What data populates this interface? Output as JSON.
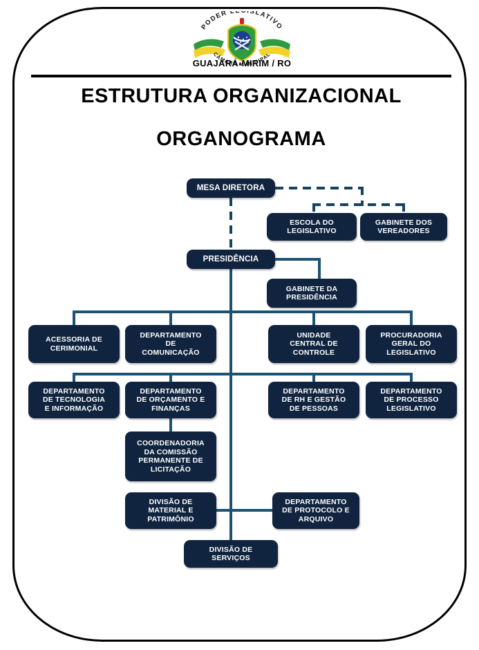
{
  "document": {
    "title_line1": "ESTRUTURA ORGANIZACIONAL",
    "title_line2": "ORGANOGRAMA"
  },
  "crest": {
    "top_text": "PODER LEGISLATIVO",
    "ribbon_text": "CÂMARA MUNICIPAL",
    "city_text": "GUAJARÁ-MIRIM / RO"
  },
  "colors": {
    "node_fill": "#10243f",
    "connector": "#1b5273",
    "dashed_connector": "#17425e",
    "frame_border": "#000000",
    "node_text": "#ffffff"
  },
  "chart_data": {
    "type": "diagram",
    "title": "ESTRUTURA ORGANIZACIONAL - ORGANOGRAMA",
    "nodes": [
      {
        "id": "mesa-diretora",
        "label": "MESA DIRETORA"
      },
      {
        "id": "escola-legislativo",
        "label": "ESCOLA DO\nLEGISLATIVO"
      },
      {
        "id": "gabinete-vereadores",
        "label": "GABINETE DOS\nVEREADORES"
      },
      {
        "id": "presidencia",
        "label": "PRESIDÊNCIA"
      },
      {
        "id": "gabinete-presidencia",
        "label": "GABINETE DA\nPRESIDÊNCIA"
      },
      {
        "id": "acessoria-cerimonial",
        "label": "ACESSORIA DE\nCERIMONIAL"
      },
      {
        "id": "dep-comunicacao",
        "label": "DEPARTAMENTO\nDE\nCOMUNICAÇÃO"
      },
      {
        "id": "unidade-controle",
        "label": "UNIDADE\nCENTRAL DE\nCONTROLE"
      },
      {
        "id": "procuradoria-geral",
        "label": "PROCURADORIA\nGERAL DO\nLEGISLATIVO"
      },
      {
        "id": "dep-tecnologia",
        "label": "DEPARTAMENTO\nDE TECNOLOGIA\nE INFORMAÇÃO"
      },
      {
        "id": "dep-orcamento",
        "label": "DEPARTAMENTO\nDE ORÇAMENTO E\nFINANÇAS"
      },
      {
        "id": "dep-rh",
        "label": "DEPARTAMENTO\nDE RH E GESTÃO\nDE PESSOAS"
      },
      {
        "id": "dep-processo",
        "label": "DEPARTAMENTO\nDE PROCESSO\nLEGISLATIVO"
      },
      {
        "id": "coord-licitacao",
        "label": "COORDENADORIA\nDA COMISSÃO\nPERMANENTE DE\nLICITAÇÃO"
      },
      {
        "id": "div-material",
        "label": "DIVISÃO DE\nMATERIAL E\nPATRIMÔNIO"
      },
      {
        "id": "dep-protocolo",
        "label": "DEPARTAMENTO\nDE PROTOCOLO E\nARQUIVO"
      },
      {
        "id": "div-servicos",
        "label": "DIVISÃO DE\nSERVIÇOS"
      }
    ],
    "edges": [
      {
        "from": "mesa-diretora",
        "to": "escola-legislativo",
        "style": "dashed"
      },
      {
        "from": "mesa-diretora",
        "to": "gabinete-vereadores",
        "style": "dashed"
      },
      {
        "from": "mesa-diretora",
        "to": "presidencia",
        "style": "dashed"
      },
      {
        "from": "presidencia",
        "to": "gabinete-presidencia",
        "style": "solid"
      },
      {
        "from": "presidencia",
        "to": "acessoria-cerimonial",
        "style": "solid"
      },
      {
        "from": "presidencia",
        "to": "dep-comunicacao",
        "style": "solid"
      },
      {
        "from": "presidencia",
        "to": "unidade-controle",
        "style": "solid"
      },
      {
        "from": "presidencia",
        "to": "procuradoria-geral",
        "style": "solid"
      },
      {
        "from": "presidencia",
        "to": "dep-tecnologia",
        "style": "solid"
      },
      {
        "from": "presidencia",
        "to": "dep-orcamento",
        "style": "solid"
      },
      {
        "from": "presidencia",
        "to": "dep-rh",
        "style": "solid"
      },
      {
        "from": "presidencia",
        "to": "dep-processo",
        "style": "solid"
      },
      {
        "from": "dep-orcamento",
        "to": "coord-licitacao",
        "style": "solid"
      },
      {
        "from": "presidencia",
        "to": "div-material",
        "style": "solid"
      },
      {
        "from": "div-material",
        "to": "dep-protocolo",
        "style": "solid"
      },
      {
        "from": "presidencia",
        "to": "div-servicos",
        "style": "solid"
      }
    ]
  }
}
